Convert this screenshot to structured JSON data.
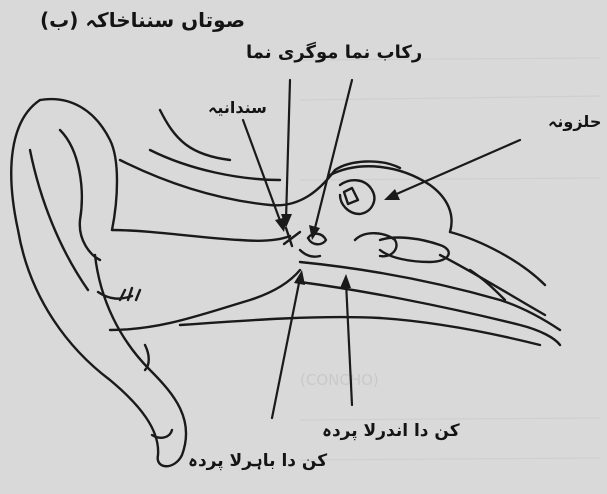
{
  "title": "صوتاں سنناخاکہ (ب)",
  "labels": {
    "stirrup_hammer": "رکاب نما موگری نما",
    "anvil": "سندانیہ",
    "cochlea": "حلزونہ",
    "inner_eardrum": "کن دا اندرلا پردہ",
    "outer_eardrum": "کن دا باہرلا پردہ"
  },
  "background_text": "(CONCHO)"
}
